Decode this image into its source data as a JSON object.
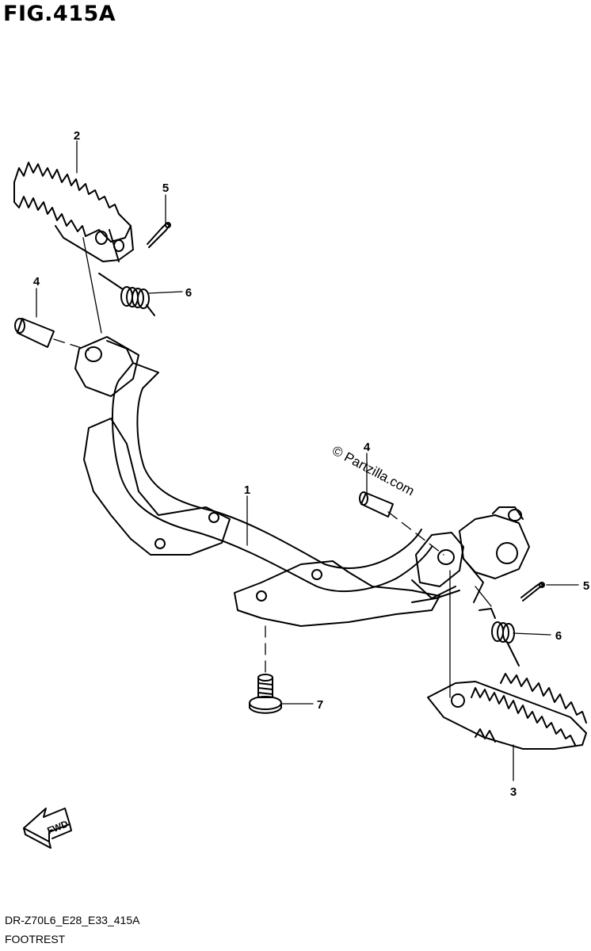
{
  "figure": {
    "title": "FIG.415A",
    "diagram_code": "DR-Z70L6_E28_E33_415A",
    "section_name": "FOOTREST",
    "watermark": "© Partzilla.com",
    "fwd_label": "FWD"
  },
  "callouts": [
    {
      "id": "callout-1",
      "label": "1"
    },
    {
      "id": "callout-2",
      "label": "2"
    },
    {
      "id": "callout-3",
      "label": "3"
    },
    {
      "id": "callout-4a",
      "label": "4"
    },
    {
      "id": "callout-4b",
      "label": "4"
    },
    {
      "id": "callout-5a",
      "label": "5"
    },
    {
      "id": "callout-5b",
      "label": "5"
    },
    {
      "id": "callout-6a",
      "label": "6"
    },
    {
      "id": "callout-6b",
      "label": "6"
    },
    {
      "id": "callout-7",
      "label": "7"
    }
  ]
}
